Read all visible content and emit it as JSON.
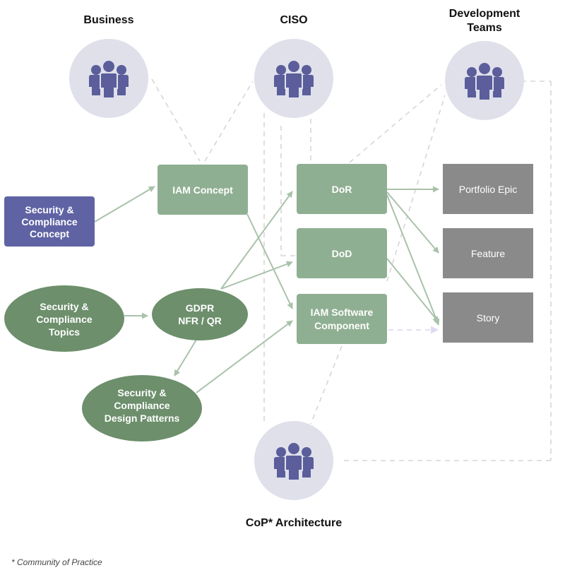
{
  "roles": {
    "business": "Business",
    "ciso": "CISO",
    "dev_teams_line1": "Development",
    "dev_teams_line2": "Teams",
    "cop": "CoP* Architecture"
  },
  "icons": {
    "business": "people-group-icon",
    "ciso": "people-group-icon",
    "dev_teams": "people-group-icon",
    "cop": "people-group-icon"
  },
  "nodes": {
    "sec_concept": [
      "Security &",
      "Compliance",
      "Concept"
    ],
    "iam_concept": "IAM Concept",
    "dor": "DoR",
    "dod": "DoD",
    "iam_sw": [
      "IAM Software",
      "Component"
    ],
    "sec_topics": [
      "Security &",
      "Compliance",
      "Topics"
    ],
    "gdpr": [
      "GDPR",
      "NFR / QR"
    ],
    "design_patterns": [
      "Security &",
      "Compliance",
      "Design Patterns"
    ],
    "portfolio_epic": "Portfolio Epic",
    "feature": "Feature",
    "story": "Story"
  },
  "footnote": "* Community of Practice",
  "colors": {
    "circle_bg": "#dfe0ea",
    "icon": "#5b5e9b",
    "concept_box": "#5f63a4",
    "light_green": "#8faf92",
    "dark_green": "#6d8f6c",
    "grey_box": "#8a8a8a",
    "arrow": "#a9c2ab",
    "dashed": "#d6d6d6",
    "dashed_arrow": "#d9d9ee"
  }
}
